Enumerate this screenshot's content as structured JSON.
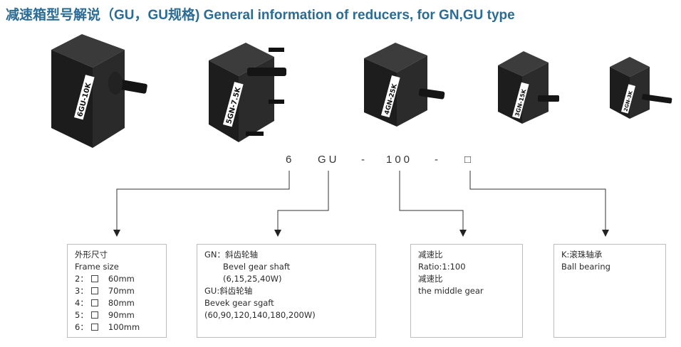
{
  "title": "减速箱型号解说（GU，GU规格) General information of reducers, for GN,GU type",
  "motor_labels": [
    "6GU-10K",
    "5GN-7.5K",
    "4GN-25K",
    "3GN-15K",
    "2GN-3K"
  ],
  "model_code": {
    "part1": "6",
    "part2": "GU",
    "sep1": "-",
    "part3": "100",
    "sep2": "-",
    "part4": "□"
  },
  "frame_box": {
    "title_cn": "外形尺寸",
    "title_en": "Frame size",
    "rows": [
      {
        "num": "2：",
        "size": "60mm"
      },
      {
        "num": "3：",
        "size": "70mm"
      },
      {
        "num": "4：",
        "size": "80mm"
      },
      {
        "num": "5：",
        "size": "90mm"
      },
      {
        "num": "6：",
        "size": "100mm"
      }
    ]
  },
  "gear_box": {
    "l1": "GN：斜齿轮轴",
    "l2": "Bevel gear shaft",
    "l3": "(6,15,25,40W)",
    "l4": "GU:斜齿轮轴",
    "l5": "Bevek gear sgaft",
    "l6": "(60,90,120,140,180,200W)"
  },
  "ratio_box": {
    "l1": "减速比",
    "l2": "Ratio:1:100",
    "l3": "减速比",
    "l4": "the middle gear"
  },
  "bearing_box": {
    "l1": "K:滚珠轴承",
    "l2": "Ball bearing"
  }
}
